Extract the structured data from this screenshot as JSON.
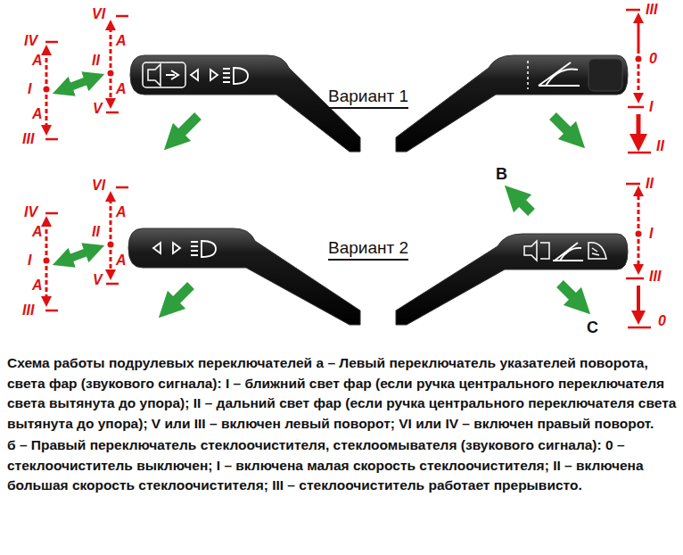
{
  "diagram": {
    "caption": "Схема работы подрулевых переключателей а – Левый переключатель указателей поворота, света фар (звукового сигнала): I – ближний свет фар (если ручка центрального переключателя света вытянута до упора); II – дальний свет фар (если ручка центрального переключателя света вытянута до упора); V или III – включен левый поворот; VI или IV – включен правый поворот.",
    "labels": [
      "VI",
      "IV",
      "A",
      "A",
      "II",
      "I",
      "A",
      "A",
      "V",
      "III",
      "VI",
      "IV",
      "A",
      "A",
      "II",
      "I",
      "A",
      "A",
      "V",
      "III",
      "III",
      "0",
      "I",
      "II",
      "II",
      "I",
      "III",
      "0",
      "Вариант 1",
      "Вариант 2",
      "В",
      "С",
      "б – Правый переключатель стеклоочистителя, стеклоомывателя (звукового сигнала): 0 – стеклоочиститель выключен; I – включена малая скорость стеклоочистителя; II – включена большая скорость стеклоочистителя; III – стеклоочиститель работает прерывисто."
    ]
  }
}
